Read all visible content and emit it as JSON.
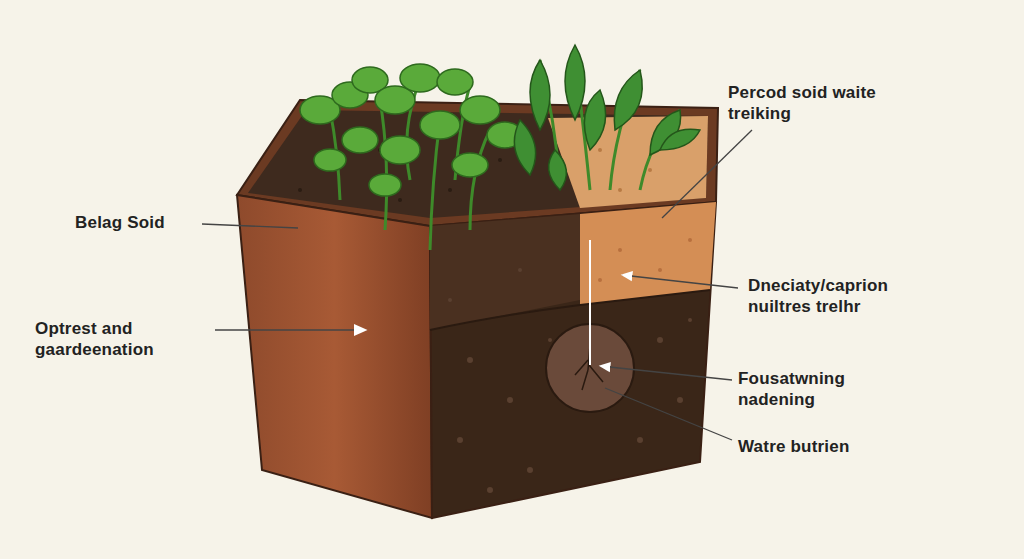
{
  "diagram": {
    "labels": [
      "Belag Soid",
      "Optrest and gaardeenation",
      "Percod soid waite treiking",
      "Dneciaty/caprion nuiltres trelhr",
      "Fousatwning nadening",
      "Watre butrien"
    ]
  }
}
